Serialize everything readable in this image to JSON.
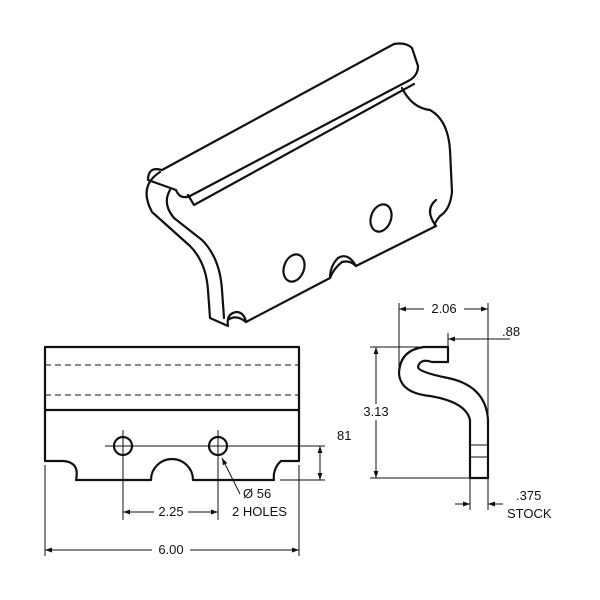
{
  "dimensions": {
    "width_206": "2.06",
    "tab_088": ".88",
    "height_313": "3.13",
    "hole_offset_81": "81",
    "hole_spacing_225": "2.25",
    "hole_dia": "Ø 56",
    "hole_count": "2 HOLES",
    "stock_375": ".375",
    "stock_label": "STOCK",
    "length_600": "6.00"
  }
}
